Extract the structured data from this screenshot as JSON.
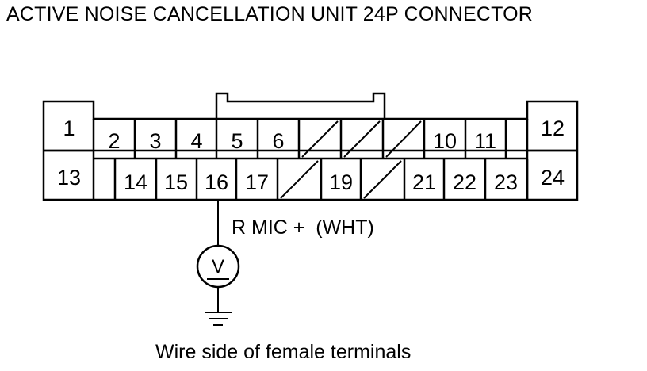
{
  "title": "ACTIVE NOISE CANCELLATION UNIT 24P CONNECTOR",
  "caption": "Wire side of female terminals",
  "probe": {
    "label": "R MIC +  (WHT)",
    "terminal": "16",
    "meter_symbol": "V"
  },
  "connector": {
    "name": "24P",
    "row_top": [
      {
        "id": "1",
        "label": "1"
      },
      {
        "id": "2",
        "label": "2"
      },
      {
        "id": "3",
        "label": "3"
      },
      {
        "id": "4",
        "label": "4"
      },
      {
        "id": "5",
        "label": "5"
      },
      {
        "id": "6",
        "label": "6"
      },
      {
        "id": "7",
        "label": "",
        "empty": true
      },
      {
        "id": "8",
        "label": "",
        "empty": true
      },
      {
        "id": "9",
        "label": "",
        "empty": true
      },
      {
        "id": "10",
        "label": "10"
      },
      {
        "id": "11",
        "label": "11"
      },
      {
        "id": "12",
        "label": "12"
      }
    ],
    "row_bottom": [
      {
        "id": "13",
        "label": "13"
      },
      {
        "id": "14",
        "label": "14"
      },
      {
        "id": "15",
        "label": "15"
      },
      {
        "id": "16",
        "label": "16"
      },
      {
        "id": "17",
        "label": "17"
      },
      {
        "id": "18",
        "label": "",
        "empty": true
      },
      {
        "id": "19",
        "label": "19"
      },
      {
        "id": "20",
        "label": "",
        "empty": true
      },
      {
        "id": "21",
        "label": "21"
      },
      {
        "id": "22",
        "label": "22"
      },
      {
        "id": "23",
        "label": "23"
      },
      {
        "id": "24",
        "label": "24"
      }
    ]
  }
}
